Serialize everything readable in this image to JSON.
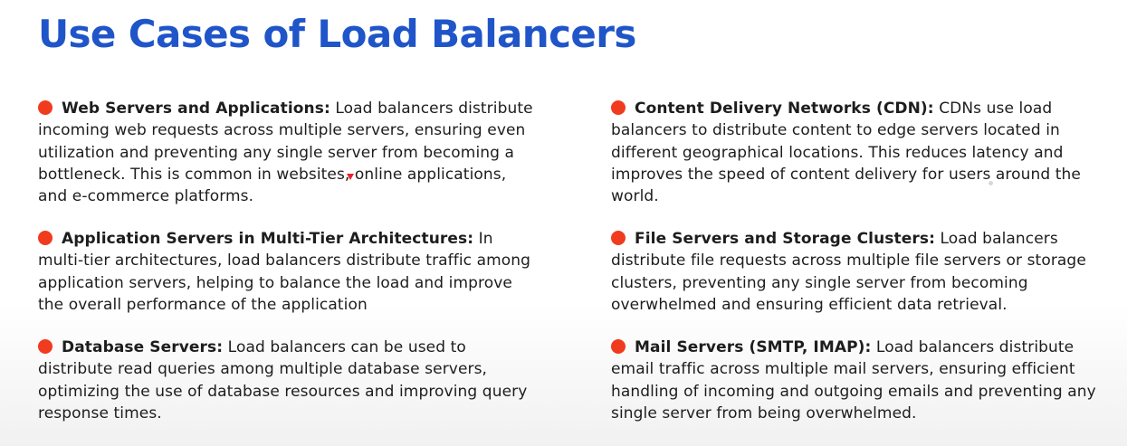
{
  "slide": {
    "title": "Use Cases of Load Balancers"
  },
  "bullets": [
    {
      "term": "Web Servers and Applications:",
      "text": " Load balancers distribute incoming web requests across multiple servers, ensuring even utilization and preventing any single server from becoming a bottleneck. This is common in websites, online applications, and e-commerce platforms."
    },
    {
      "term": "Application Servers in Multi-Tier Architectures:",
      "text": " In multi-tier architectures, load balancers distribute traffic among application servers, helping to balance the load and improve the overall performance of the application"
    },
    {
      "term": "Database Servers:",
      "text": " Load balancers can be used to distribute read queries among multiple database servers, optimizing the use of database resources and improving query response times."
    },
    {
      "term": "Content Delivery Networks (CDN):",
      "text": " CDNs use load balancers to distribute content to edge servers located in different geographical locations. This reduces latency and improves the speed of content delivery for users around the world."
    },
    {
      "term": "File Servers and Storage Clusters:",
      "text": " Load balancers distribute file requests across multiple file servers or storage clusters, preventing any single server from becoming overwhelmed and ensuring efficient data retrieval."
    },
    {
      "term": "Mail Servers (SMTP, IMAP):",
      "text": " Load balancers distribute email traffic across multiple mail servers, ensuring efficient handling of incoming and outgoing emails and preventing any single server from being overwhelmed."
    }
  ],
  "colors": {
    "title": "#1f55c8",
    "bullet_dot": "#f03b1f",
    "body_text": "#1d1d1d"
  }
}
